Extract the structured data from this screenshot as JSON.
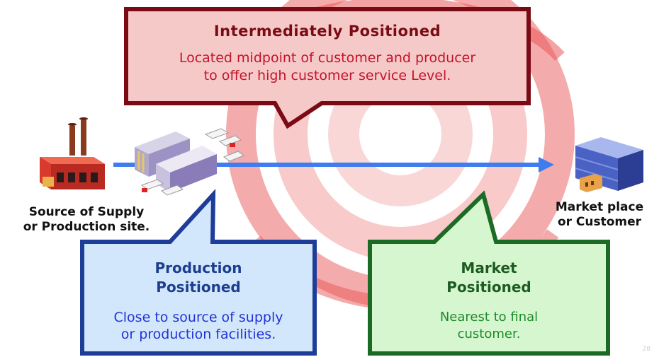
{
  "callouts": {
    "top": {
      "title": "Intermediately Positioned",
      "body_line1": "Located midpoint of customer and producer",
      "body_line2": "to offer high customer service Level."
    },
    "production": {
      "title_line1": "Production",
      "title_line2": "Positioned",
      "body_line1": "Close to source of supply",
      "body_line2": "or production facilities."
    },
    "market": {
      "title_line1": "Market",
      "title_line2": "Positioned",
      "body_line1": "Nearest to final",
      "body_line2": "customer."
    }
  },
  "nodes": {
    "source": {
      "line1": "Source of Supply",
      "line2": "or Production site.",
      "icon": "factory-icon"
    },
    "warehouse": {
      "icon": "warehouse-icon"
    },
    "market": {
      "line1": "Market place",
      "line2": "or Customer",
      "icon": "market-building-icon"
    }
  },
  "page_number": "28",
  "colors": {
    "top_border": "#7a0a14",
    "top_fill": "#f6c9c9",
    "production_border": "#1e3d98",
    "production_fill": "#d2e7fb",
    "market_border": "#1c6b24",
    "market_fill": "#d6f6cf",
    "arrow": "#3f7dee",
    "background_swirl": "#e63b3b"
  }
}
